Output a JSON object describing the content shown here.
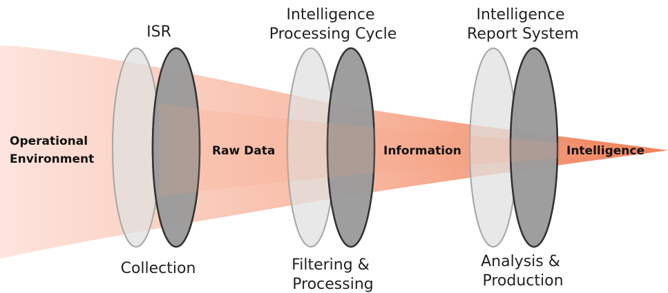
{
  "stages": {
    "operational_environment": [
      "Operational",
      "Environment"
    ],
    "raw_data": "Raw Data",
    "information": "Information",
    "intelligence": "Intelligence"
  },
  "lenses": [
    {
      "title": [
        "ISR"
      ],
      "caption": [
        "Collection"
      ]
    },
    {
      "title": [
        "Intelligence",
        "Processing Cycle"
      ],
      "caption": [
        "Filtering &",
        "Processing"
      ]
    },
    {
      "title": [
        "Intelligence",
        "Report System"
      ],
      "caption": [
        "Analysis &",
        "Production"
      ]
    }
  ],
  "colors": {
    "funnel_start": "#fde3dc",
    "funnel_end": "#f28a63",
    "lens_front": "#e6e6e6",
    "lens_back": "#a0a0a0",
    "lens_edge": "#333333"
  }
}
